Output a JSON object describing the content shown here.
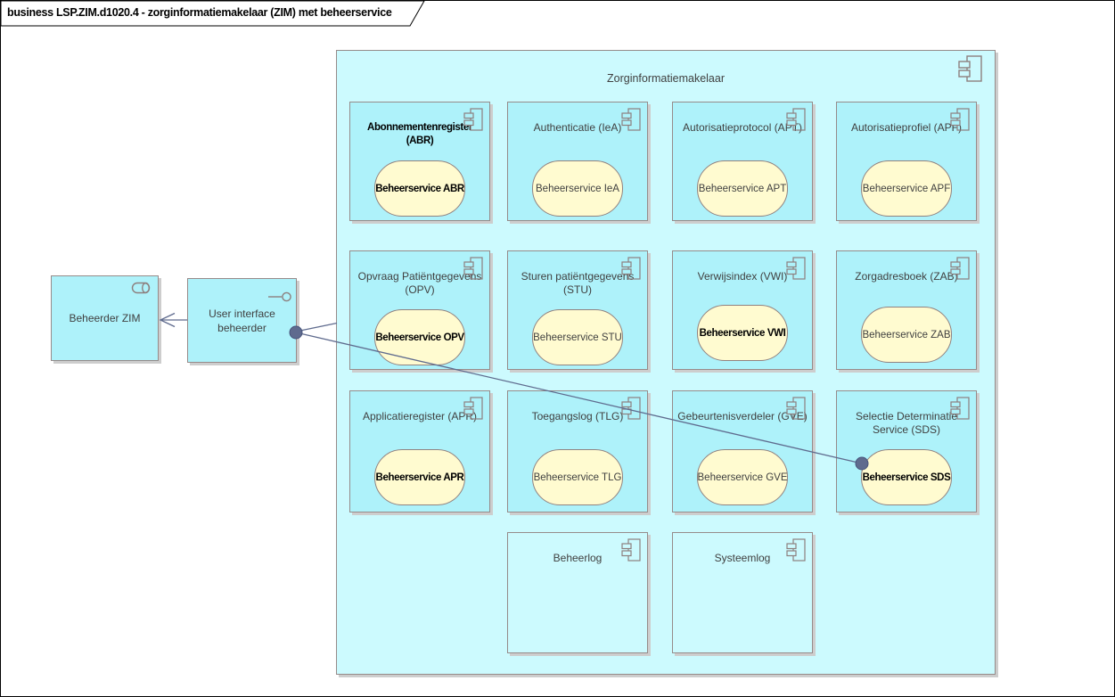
{
  "tab": {
    "title": "business LSP.ZIM.d1020.4 - zorginformatiemakelaar (ZIM) met beheerservice"
  },
  "actors": {
    "beheerder_zim": {
      "label": "Beheerder ZIM",
      "icon": "business-role-icon"
    },
    "user_interface_beheerder": {
      "label": "User interface beheerder",
      "icon": "interface-lollipop-icon"
    }
  },
  "container": {
    "title": "Zorginformatiemakelaar",
    "icon": "uml-component-icon",
    "components": [
      {
        "title": "Abonnementenregister (ABR)",
        "service": "Beheerservice ABR",
        "title_emphasis": true,
        "service_emphasis": true
      },
      {
        "title": "Authenticatie (IeA)",
        "service": "Beheerservice IeA"
      },
      {
        "title": "Autorisatieprotocol (APT)",
        "service": "Beheerservice APT"
      },
      {
        "title": "Autorisatieprofiel (APF)",
        "service": "Beheerservice APF"
      },
      {
        "title": "Opvraag Patiëntgegevens (OPV)",
        "service": "Beheerservice OPV",
        "service_emphasis": true
      },
      {
        "title": "Sturen patiëntgegevens (STU)",
        "service": "Beheerservice STU"
      },
      {
        "title": "Verwijsindex (VWI)",
        "service": "Beheerservice VWI",
        "service_emphasis": true
      },
      {
        "title": "Zorgadresboek (ZAB)",
        "service": "Beheerservice ZAB"
      },
      {
        "title": "Applicatieregister (APR)",
        "service": "Beheerservice APR",
        "service_emphasis": true
      },
      {
        "title": "Toegangslog (TLG)",
        "service": "Beheerservice TLG"
      },
      {
        "title": "Gebeurtenisverdeler (GVE)",
        "service": "Beheerservice GVE"
      },
      {
        "title": "Selectie Determinatie Service (SDS)",
        "service": "Beheerservice SDS",
        "service_emphasis": true
      },
      {
        "title": "Beheerlog"
      },
      {
        "title": "Systeemlog"
      }
    ]
  },
  "connections": [
    {
      "from": "User interface beheerder",
      "to": "Beheerder ZIM",
      "style": "open-arrowhead"
    },
    {
      "from": "User interface beheerder",
      "to": "Zorginformatiemakelaar",
      "style": "ball-endpoint"
    },
    {
      "from": "User interface beheerder",
      "to": "Beheerservice SDS",
      "style": "ball-endpoints-both"
    }
  ],
  "colors": {
    "element_fill": "#aef2fa",
    "container_fill": "#ccfafe",
    "service_fill": "#fffbd0",
    "border": "#968b8a",
    "connector": "#5f6b8e",
    "text": "#404040",
    "emphasis_text": "#000000",
    "shadow": "#cdcdcd"
  }
}
